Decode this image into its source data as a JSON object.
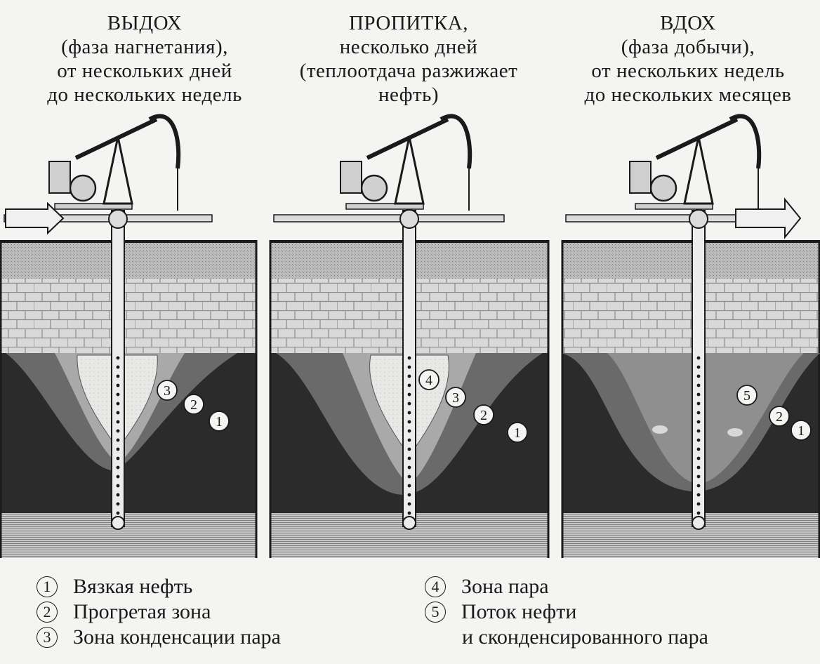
{
  "phases": [
    {
      "lines": [
        "ВЫДОХ",
        "(фаза нагнетания),",
        "от нескольких дней",
        "до нескольких недель"
      ],
      "markers": [
        "3",
        "2",
        "1"
      ]
    },
    {
      "lines": [
        "ПРОПИТКА,",
        "несколько дней",
        "(теплоотдача разжижает",
        "нефть)"
      ],
      "markers": [
        "4",
        "3",
        "2",
        "1"
      ]
    },
    {
      "lines": [
        "ВДОХ",
        "(фаза добычи),",
        "от нескольких недель",
        "до нескольких месяцев"
      ],
      "markers": [
        "5",
        "2",
        "1"
      ]
    }
  ],
  "legend": {
    "left": [
      {
        "num": "1",
        "text": "Вязкая нефть"
      },
      {
        "num": "2",
        "text": "Прогретая зона"
      },
      {
        "num": "3",
        "text": "Зона конденсации пара"
      }
    ],
    "right": [
      {
        "num": "4",
        "text": "Зона пара"
      },
      {
        "num": "5",
        "text": "Поток нефти"
      },
      {
        "num": "",
        "text": "и сконденсированного пара"
      }
    ]
  },
  "colors": {
    "oil": "#2b2b2b",
    "heated": "#6a6a6a",
    "condensation": "#a9a9a9",
    "steam": "#e8e8e6",
    "surface": "#bdbdbd",
    "brick": "#d9d9d9",
    "water": "#c8c8c8"
  }
}
